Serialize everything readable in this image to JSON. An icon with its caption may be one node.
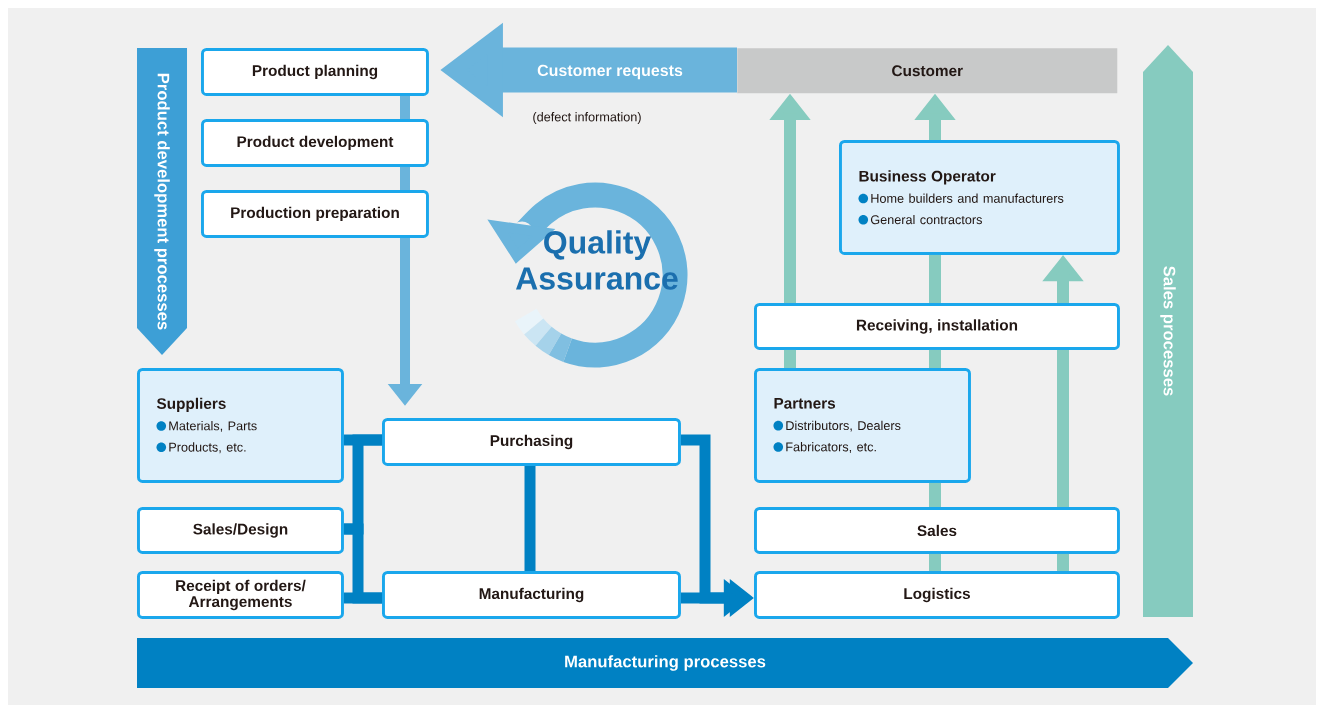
{
  "diagram": {
    "nodes": [
      {
        "text": [
          "Product planning"
        ]
      },
      {
        "text": [
          "Product development"
        ]
      },
      {
        "text": [
          "Production preparation"
        ]
      },
      {
        "text": [
          "Customer"
        ]
      },
      {
        "text": [
          "Business Operator",
          "Home builders and manufacturers",
          "General contractors"
        ]
      },
      {
        "text": [
          "Receiving, installation"
        ]
      },
      {
        "text": [
          "Suppliers",
          "Materials, Parts",
          "Products, etc."
        ]
      },
      {
        "text": [
          "Purchasing"
        ]
      },
      {
        "text": [
          "Partners",
          "Distributors, Dealers",
          "Fabricators, etc."
        ]
      },
      {
        "text": [
          "Sales/Design"
        ]
      },
      {
        "text": [
          "Sales"
        ]
      },
      {
        "text": [
          "Receipt of orders/ Arrangements"
        ]
      },
      {
        "text": [
          "Manufacturing"
        ]
      },
      {
        "text": [
          "Logistics"
        ]
      },
      {
        "text": [
          "Product development processes"
        ]
      },
      {
        "text": [
          "Sales processes"
        ]
      },
      {
        "text": [
          "Manufacturing processes"
        ]
      }
    ],
    "edges": [
      {
        "from": 0,
        "to": 1,
        "arrow": "none",
        "color": "#6ab4dc"
      },
      {
        "from": 1,
        "to": 2,
        "arrow": "none",
        "color": "#6ab4dc"
      },
      {
        "from": 2,
        "to": 7,
        "arrow": "to",
        "color": "#6ab4dc"
      },
      {
        "from": 6,
        "to": 7,
        "arrow": "none",
        "color": "#0081c3"
      },
      {
        "from": 9,
        "to": 7,
        "arrow": "none",
        "color": "#0081c3"
      },
      {
        "from": 11,
        "to": 12,
        "arrow": "none",
        "color": "#0081c3"
      },
      {
        "from": 9,
        "to": 12,
        "arrow": "none",
        "color": "#0081c3"
      },
      {
        "from": 7,
        "to": 12,
        "arrow": "none",
        "color": "#0081c3"
      },
      {
        "from": 7,
        "to": 13,
        "arrow": "to",
        "color": "#0081c3"
      },
      {
        "from": 12,
        "to": 13,
        "arrow": "to",
        "color": "#0081c3"
      },
      {
        "from": 8,
        "to": 5,
        "arrow": "none",
        "color": "#86cbbf"
      },
      {
        "from": 5,
        "to": 3,
        "arrow": "to",
        "color": "#86cbbf"
      },
      {
        "from": 13,
        "to": 10,
        "arrow": "none",
        "color": "#86cbbf"
      },
      {
        "from": 10,
        "to": 8,
        "arrow": "none",
        "color": "#86cbbf"
      },
      {
        "from": 8,
        "to": 5,
        "arrow": "none",
        "color": "#86cbbf"
      },
      {
        "from": 5,
        "to": 4,
        "arrow": "none",
        "color": "#86cbbf"
      },
      {
        "from": 4,
        "to": 3,
        "arrow": "to",
        "color": "#86cbbf"
      },
      {
        "from": 13,
        "to": 10,
        "arrow": "none",
        "color": "#86cbbf"
      },
      {
        "from": 10,
        "to": 5,
        "arrow": "none",
        "color": "#86cbbf"
      },
      {
        "from": 5,
        "to": 4,
        "arrow": "to",
        "color": "#86cbbf"
      },
      {
        "from": 3,
        "to": 0,
        "arrow": "to",
        "label": "Customer requests",
        "style": "thick",
        "color": "#6ab4dc"
      }
    ],
    "labels": [
      "(defect information)",
      "Quality Assurance"
    ]
  }
}
